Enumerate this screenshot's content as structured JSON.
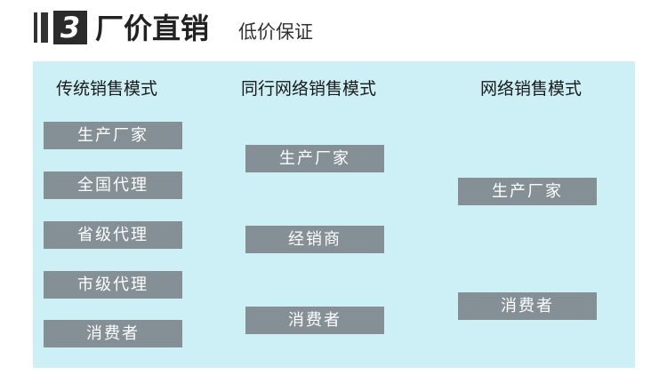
{
  "header": {
    "number": "3",
    "title": "厂价直销",
    "subtitle": "低价保证"
  },
  "columns": [
    {
      "heading": "传统销售模式",
      "items": [
        "生产厂家",
        "全国代理",
        "省级代理",
        "市级代理",
        "消费者"
      ]
    },
    {
      "heading": "同行网络销售模式",
      "items": [
        "生产厂家",
        "经销商",
        "消费者"
      ]
    },
    {
      "heading": "网络销售模式",
      "items": [
        "生产厂家",
        "消费者"
      ]
    }
  ],
  "colors": {
    "panel_bg": "#ccf0f6",
    "box_bg": "#848f96",
    "number_bg": "#2b2b2b"
  }
}
